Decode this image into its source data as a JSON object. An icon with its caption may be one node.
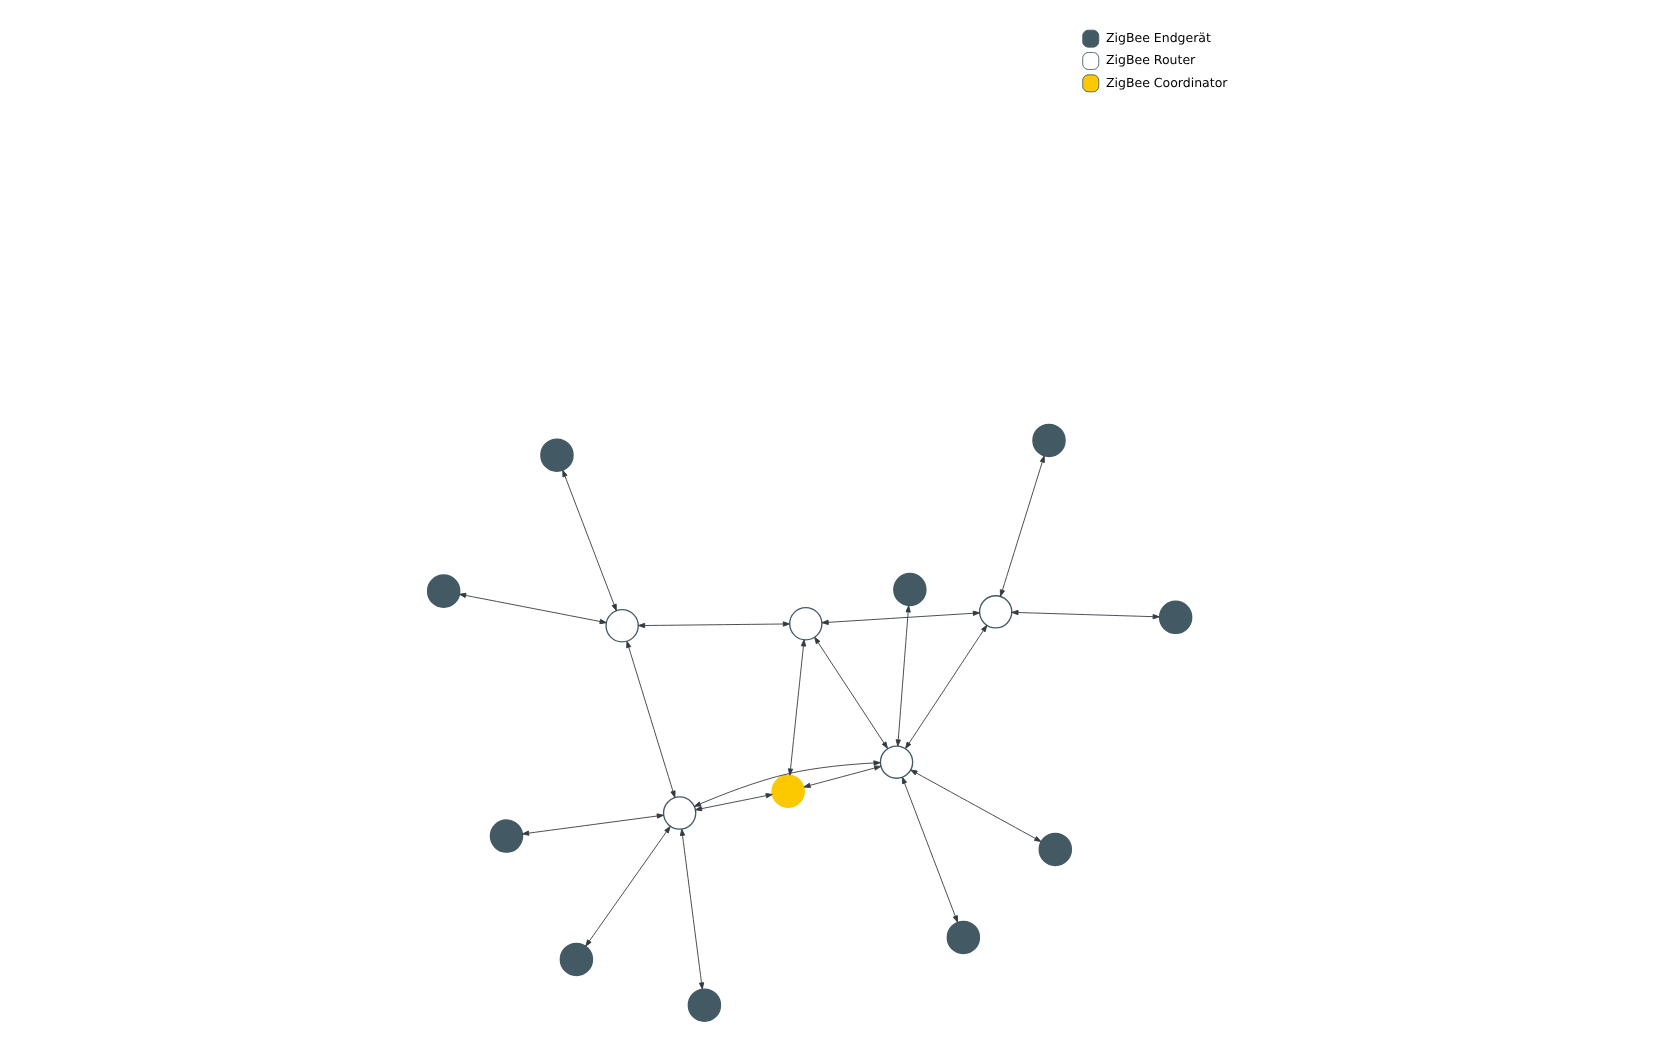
{
  "diagram": {
    "nodes": [
      {
        "text": [],
        "shape": "circle"
      },
      {
        "text": [],
        "shape": "circle"
      },
      {
        "text": [],
        "shape": "circle"
      },
      {
        "text": [],
        "shape": "circle"
      },
      {
        "text": [],
        "shape": "circle"
      },
      {
        "text": [],
        "shape": "circle"
      },
      {
        "text": [],
        "shape": "circle"
      },
      {
        "text": [],
        "shape": "circle"
      },
      {
        "text": [],
        "shape": "circle"
      },
      {
        "text": [],
        "shape": "circle"
      },
      {
        "text": [],
        "shape": "circle"
      },
      {
        "text": [],
        "shape": "circle"
      },
      {
        "text": [],
        "shape": "circle"
      },
      {
        "text": [],
        "shape": "circle"
      },
      {
        "text": [],
        "shape": "circle"
      },
      {
        "text": [],
        "shape": "circle"
      }
    ],
    "edges": [
      {
        "from": 1,
        "to": 4,
        "arrow": "both"
      },
      {
        "from": 2,
        "to": 4,
        "arrow": "both"
      },
      {
        "from": 5,
        "to": 4,
        "arrow": "both"
      },
      {
        "from": 4,
        "to": 3,
        "arrow": "both"
      },
      {
        "from": 0,
        "to": 3,
        "arrow": "both"
      },
      {
        "from": 3,
        "to": 7,
        "arrow": "both"
      },
      {
        "from": 3,
        "to": 8,
        "arrow": "both"
      },
      {
        "from": 4,
        "to": 6,
        "arrow": "both"
      },
      {
        "from": 6,
        "to": 8,
        "arrow": "both"
      },
      {
        "from": 4,
        "to": 9,
        "arrow": "both"
      },
      {
        "from": 6,
        "to": 9,
        "arrow": "both"
      },
      {
        "from": 8,
        "to": 9,
        "arrow": "both"
      },
      {
        "from": 8,
        "to": 11,
        "arrow": "both"
      },
      {
        "from": 9,
        "to": 11,
        "arrow": "both"
      },
      {
        "from": 10,
        "to": 9,
        "arrow": "both"
      },
      {
        "from": 12,
        "to": 9,
        "arrow": "both"
      },
      {
        "from": 15,
        "to": 9,
        "arrow": "both"
      },
      {
        "from": 14,
        "to": 11,
        "arrow": "both"
      },
      {
        "from": 13,
        "to": 11,
        "arrow": "both"
      }
    ],
    "legend": [
      {
        "text": "ZigBee Endgerät",
        "color": "#435a64"
      },
      {
        "text": "ZigBee Router",
        "color": "#ffffff"
      },
      {
        "text": "ZigBee Coordinator",
        "color": "#fcc800"
      }
    ]
  }
}
